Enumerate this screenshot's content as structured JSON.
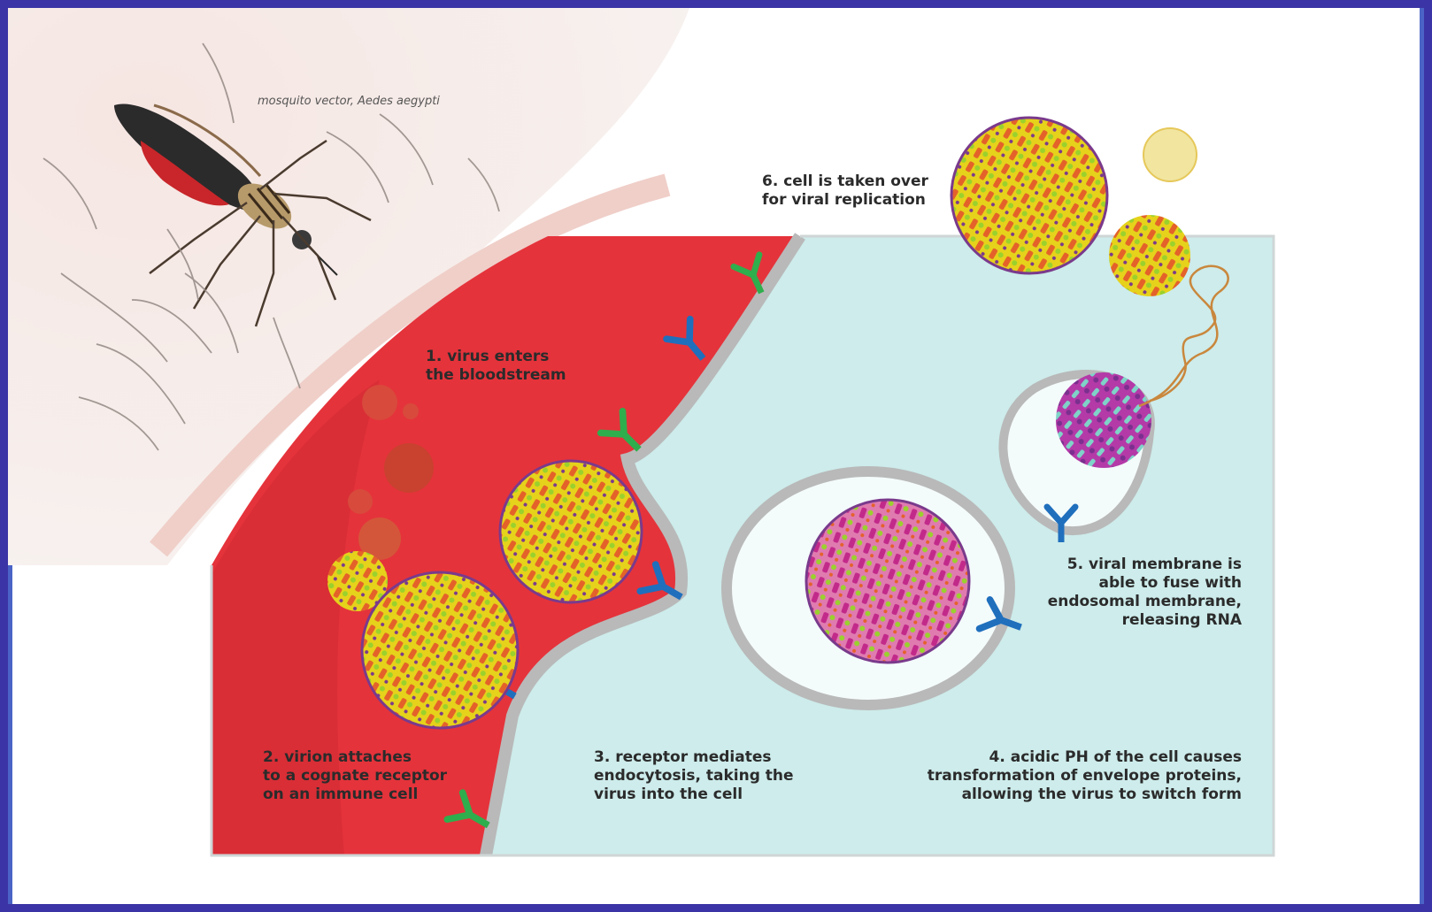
{
  "image_alt": "Dengue virus infection cycle illustration",
  "mosquito_caption": "mosquito vector, Aedes aegypti",
  "steps": [
    {
      "id": 1,
      "text": "1. virus enters\nthe bloodstream"
    },
    {
      "id": 2,
      "text": "2. virion attaches\nto a cognate receptor\non an immune cell"
    },
    {
      "id": 3,
      "text": "3. receptor mediates\nendocytosis, taking the\nvirus into the cell"
    },
    {
      "id": 4,
      "text": "4. acidic PH of the cell causes\ntransformation of envelope proteins,\nallowing the virus to switch form"
    },
    {
      "id": 5,
      "text": "5. viral membrane is\nable to fuse with\nendosomal membrane,\nreleasing RNA"
    },
    {
      "id": 6,
      "text": "6. cell is taken over\nfor viral replication"
    }
  ],
  "colors": {
    "frame": "#3b34a6",
    "blood": "#e5333b",
    "cell": "#cdeceb",
    "membrane": "#b9b9b9",
    "receptor_blue": "#1f6fbd",
    "receptor_green": "#2fae4d",
    "virion_yellow": "#e6e21b",
    "virion_orange": "#e4622a"
  }
}
